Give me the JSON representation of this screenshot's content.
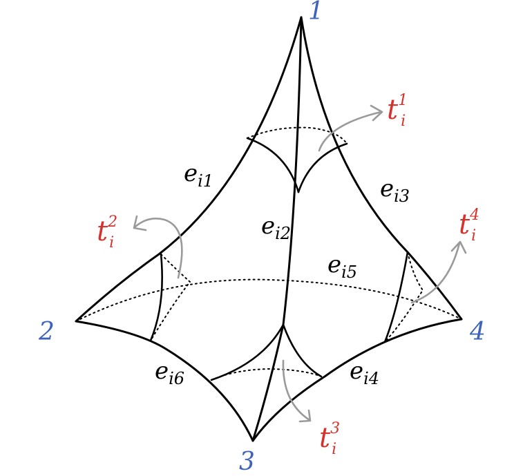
{
  "diagram": {
    "vertices": {
      "v1": "1",
      "v2": "2",
      "v3": "3",
      "v4": "4"
    },
    "edges": [
      {
        "id": "e1",
        "base": "e",
        "sub": "i1"
      },
      {
        "id": "e2",
        "base": "e",
        "sub": "i2"
      },
      {
        "id": "e3",
        "base": "e",
        "sub": "i3"
      },
      {
        "id": "e4",
        "base": "e",
        "sub": "i4"
      },
      {
        "id": "e5",
        "base": "e",
        "sub": "i5"
      },
      {
        "id": "e6",
        "base": "e",
        "sub": "i6"
      }
    ],
    "triangles": [
      {
        "id": "t1",
        "base": "t",
        "sub": "i",
        "sup": "1"
      },
      {
        "id": "t2",
        "base": "t",
        "sub": "i",
        "sup": "2"
      },
      {
        "id": "t3",
        "base": "t",
        "sub": "i",
        "sup": "3"
      },
      {
        "id": "t4",
        "base": "t",
        "sub": "i",
        "sup": "4"
      }
    ],
    "colors": {
      "vertex_label": "#3e63b8",
      "triangle_label": "#d4322c",
      "arrow": "#9a9a9a",
      "edge": "#000000"
    }
  }
}
